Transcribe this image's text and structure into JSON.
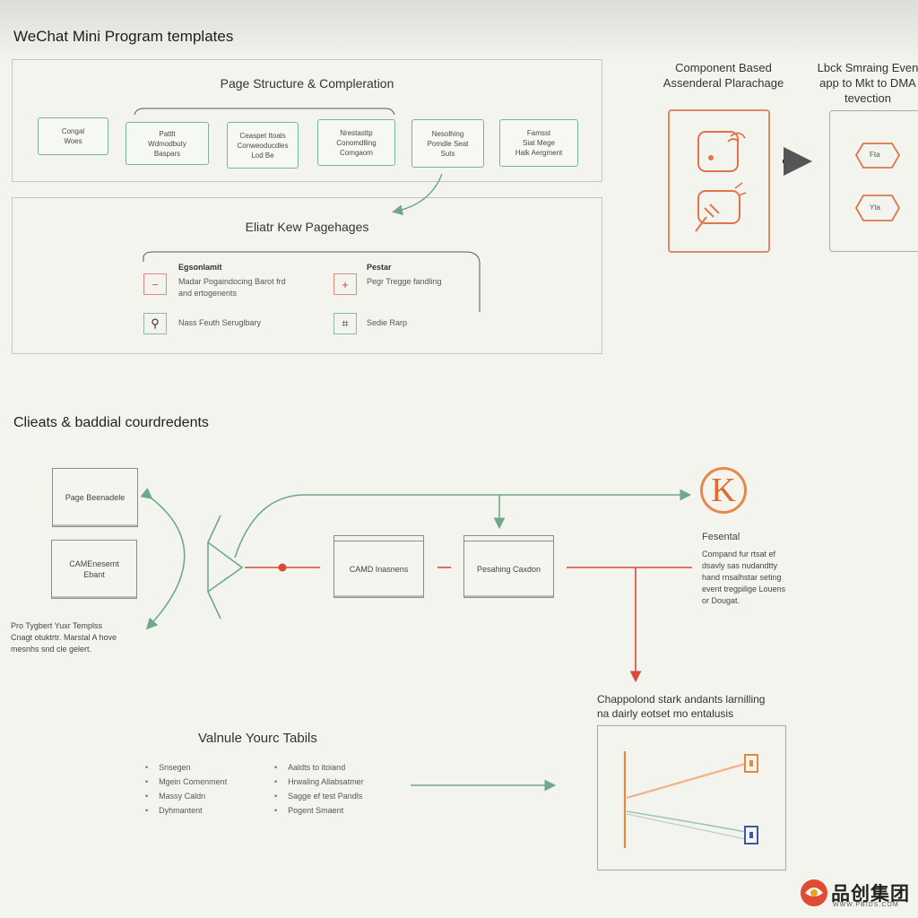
{
  "page_title": "WeChat Mini Program templates",
  "panel1": {
    "title": "Page Structure & Compleration",
    "boxes": [
      "Congal\nWoes",
      "Pattlt\nWdmodbuty\nBaspars",
      "Ceaspet Itoals\nConweoducdles\nLod Be",
      "Nrestasttp\nConomdlling\nComgaom",
      "Nesolhing\nPomdle Seat\nSuts",
      "Famsst\nSiat Mege\nHalk Aergment"
    ]
  },
  "panel2": {
    "title": "Eliatr Kew Pagehages",
    "items": [
      {
        "icon": "−",
        "title": "Egsonlamit",
        "text": "Madar Pogaindocing Barot frd\nand ertogenents"
      },
      {
        "icon": "+",
        "title": "Pestar",
        "text": "Pegr Tregge fandling"
      },
      {
        "icon": "⚲",
        "title": "",
        "text": "Nass Feuth Seruglbary"
      },
      {
        "icon": "⌗",
        "title": "",
        "text": "Sedie Rarp"
      }
    ]
  },
  "component_header": "Component Based\nAssenderal Plarachage",
  "event_header": "Lbck Smraing Even\napp to Mkt to DMA\ntevection",
  "event_items": [
    "Fta",
    "Yta"
  ],
  "section2_heading": "Clieats & baddial courdredents",
  "left_boxes": [
    "Page Beenadele",
    "CAMEnesemt\nEbant"
  ],
  "left_note": "Pro Tygbert Yuxr Templss\nCnagt otuktrtr. Marstal A hove\nmesnhs snd cle gelert.",
  "mid_boxes": [
    "CAMD Inasnens",
    "Pesahing Caxdon"
  ],
  "right_logo_letter": "K",
  "right_note_title": "Fesental",
  "right_note": "Compand fur rtsat ef\ndsavly sas nudandtty\nhand rnsalhstar seting\nevent tregpilige Louens\nor Dougat.",
  "bottom_heading": "Valnule  Yourc Tabils",
  "bullets_left": [
    "Snsegen",
    "Mgein Comenment",
    "Massy Caldn",
    "Dyhmantent"
  ],
  "bullets_right": [
    "Aaldts to itoiand",
    "Hrwaling Allabsatmer",
    "Sagge ef test Pandls",
    "Pogent Smaent"
  ],
  "chart_caption": "Chappolond stark andants larnilling\nna dairly eotset mo entalusis",
  "watermark": {
    "cn": "品创集团",
    "en": "WWW.PBIDS.COM"
  },
  "colors": {
    "green": "#6fa88c",
    "orange": "#e0754a",
    "red": "#d94a35",
    "gray": "#8c8c8c"
  }
}
